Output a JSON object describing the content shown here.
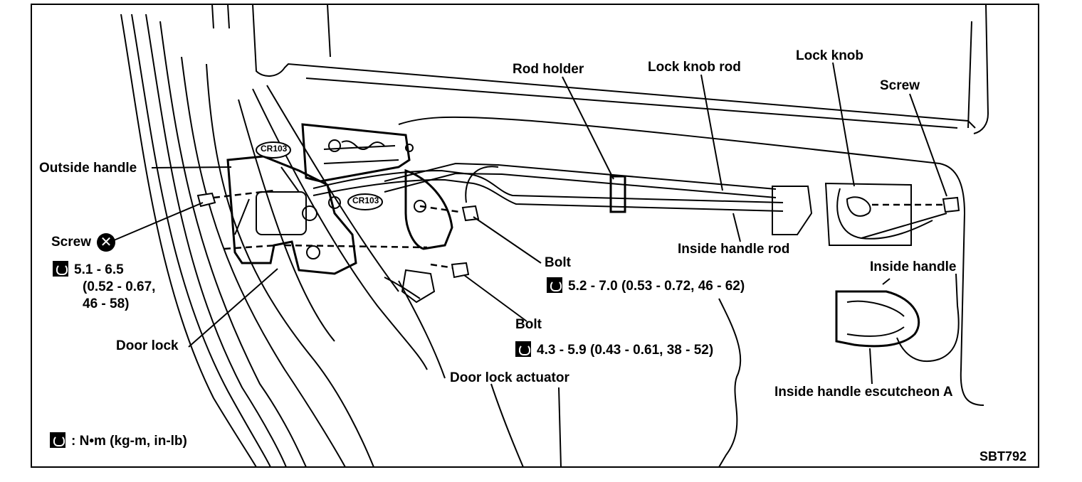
{
  "labels": {
    "rod_holder": "Rod holder",
    "lock_knob_rod": "Lock knob rod",
    "lock_knob": "Lock knob",
    "screw_right": "Screw",
    "outside_handle": "Outside handle",
    "screw_left": "Screw",
    "bolt_upper": "Bolt",
    "inside_handle_rod": "Inside handle rod",
    "inside_handle": "Inside handle",
    "bolt_lower": "Bolt",
    "door_lock": "Door lock",
    "door_lock_actuator": "Door lock actuator",
    "inside_handle_escutcheon": "Inside handle escutcheon A",
    "cr103_a": "CR103",
    "cr103_b": "CR103"
  },
  "torques": {
    "screw_left": {
      "line1": "5.1 - 6.5",
      "line2": "(0.52 - 0.67,",
      "line3": "46 - 58)"
    },
    "bolt_upper": "5.2 - 7.0 (0.53 - 0.72, 46 - 62)",
    "bolt_lower": "4.3 - 5.9 (0.43 - 0.61, 38 - 52)"
  },
  "legend": {
    "unit": ": N•m  (kg-m,  in-lb)"
  },
  "figure_code": "SBT792",
  "icons": {
    "torque": "torque-wrench-icon",
    "no_reuse": "x-circle-icon"
  }
}
